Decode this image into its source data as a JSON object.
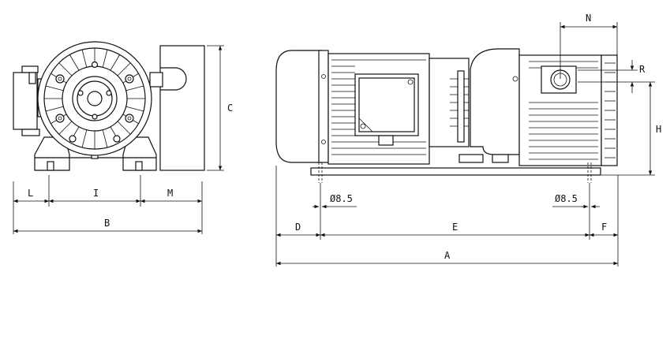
{
  "dimensions": {
    "front_view": {
      "L": "L",
      "I": "I",
      "M": "M",
      "B": "B",
      "C": "C"
    },
    "side_view": {
      "N": "N",
      "R": "R",
      "H": "H",
      "D": "D",
      "E": "E",
      "F": "F",
      "A": "A"
    },
    "holes": {
      "left": "Ø8.5",
      "right": "Ø8.5"
    }
  }
}
